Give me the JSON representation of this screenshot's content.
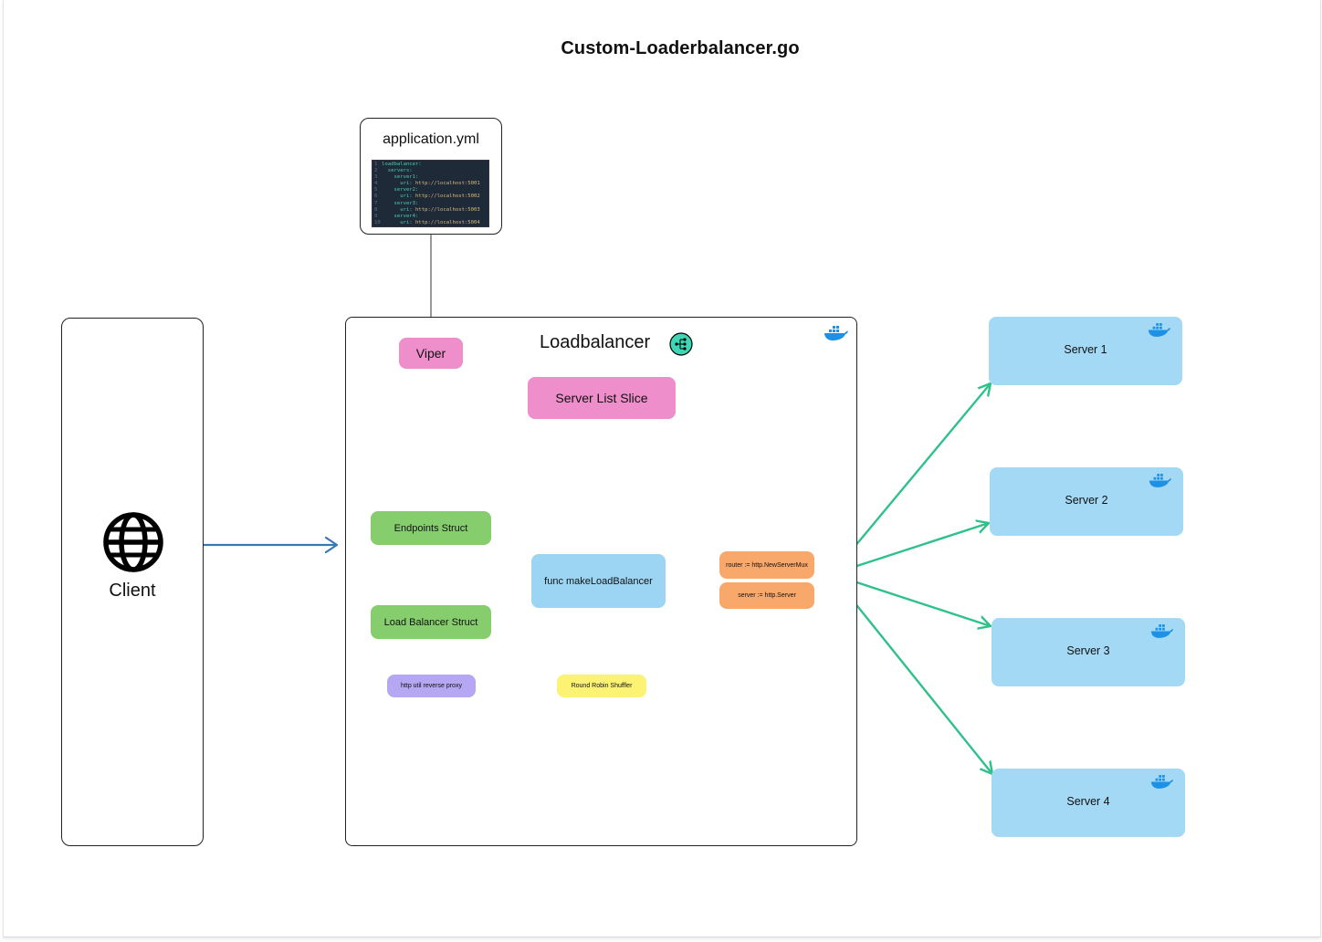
{
  "title": "Custom-Loaderbalancer.go",
  "client": {
    "label": "Client",
    "icon": "globe-icon"
  },
  "config": {
    "label": "application.yml",
    "code_lines": [
      {
        "n": "1",
        "key": "loadbalancer:",
        "value": ""
      },
      {
        "n": "2",
        "key": "  servers:",
        "value": ""
      },
      {
        "n": "3",
        "key": "    server1:",
        "value": ""
      },
      {
        "n": "4",
        "key": "      uri: ",
        "value": "http://localhost:5001"
      },
      {
        "n": "5",
        "key": "    server2:",
        "value": ""
      },
      {
        "n": "6",
        "key": "      uri: ",
        "value": "http://localhost:5002"
      },
      {
        "n": "7",
        "key": "    server3:",
        "value": ""
      },
      {
        "n": "8",
        "key": "      uri: ",
        "value": "http://localhost:5003"
      },
      {
        "n": "9",
        "key": "    server4:",
        "value": ""
      },
      {
        "n": "10",
        "key": "      uri: ",
        "value": "http://localhost:5004"
      }
    ]
  },
  "loadbalancer": {
    "label": "Loadbalancer",
    "nodes": {
      "viper": "Viper",
      "server_list": "Server List Slice",
      "endpoints": "Endpoints Struct",
      "lb_struct": "Load Balancer Struct",
      "make_lb": "func makeLoadBalancer",
      "router": "router := http.NewServerMux",
      "server": "server := http.Server",
      "reverse_proxy": "http util reverse proxy",
      "round_robin": "Round Robin Shuffler"
    }
  },
  "servers": [
    {
      "label": "Server 1"
    },
    {
      "label": "Server 2"
    },
    {
      "label": "Server 3"
    },
    {
      "label": "Server 4"
    }
  ],
  "colors": {
    "pink": "#ee8ecb",
    "green": "#86cd6d",
    "blue": "#9bd5f3",
    "orange": "#f9a86b",
    "purple": "#b5a7f1",
    "yellow": "#fcf274",
    "edge_green": "#2fc18b",
    "edge_blue": "#3778b7",
    "docker_blue": "#1d91e6"
  }
}
